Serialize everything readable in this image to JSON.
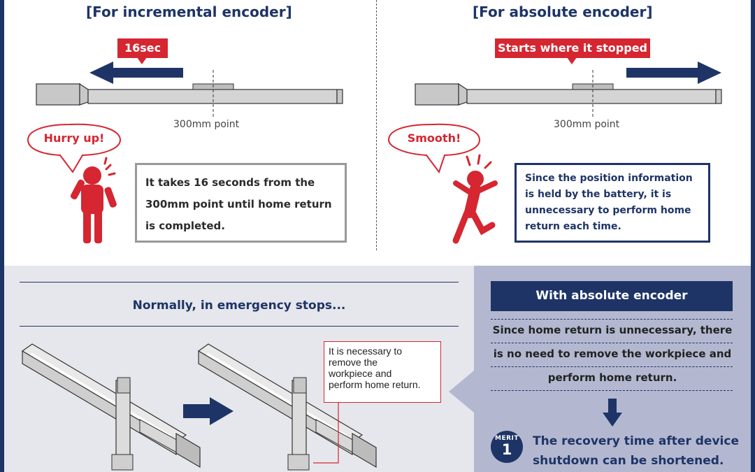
{
  "left": {
    "title": "[For incremental encoder]",
    "time_tag": "16sec",
    "point_label": "300mm point",
    "bubble": "Hurry up!",
    "info": [
      "It takes 16 seconds from the",
      "300mm point until home return",
      "is completed."
    ]
  },
  "right": {
    "title": "[For absolute encoder]",
    "tag": "Starts where it stopped",
    "point_label": "300mm point",
    "bubble": "Smooth!",
    "info": [
      "Since the position information",
      "is held by the battery, it is",
      "unnecessary to perform home",
      "return each time."
    ]
  },
  "emergency": {
    "heading": "Normally, in emergency stops...",
    "callout": [
      "It is necessary to",
      "remove the",
      "workpiece and",
      "perform home return."
    ]
  },
  "panel": {
    "header": "With absolute encoder",
    "lines": [
      "Since home return is unnecessary, there",
      "is no need to remove the workpiece and",
      "perform home return."
    ],
    "merit_word": "MERIT",
    "merit_number": "1",
    "merit_text": [
      "The recovery time after device",
      "shutdown can be shortened."
    ]
  },
  "colors": {
    "navy": "#1e3466",
    "red": "#d52631",
    "panel": "#b3b8d0",
    "bottom_bg": "#e6e7ec",
    "gray_border": "#999999"
  }
}
